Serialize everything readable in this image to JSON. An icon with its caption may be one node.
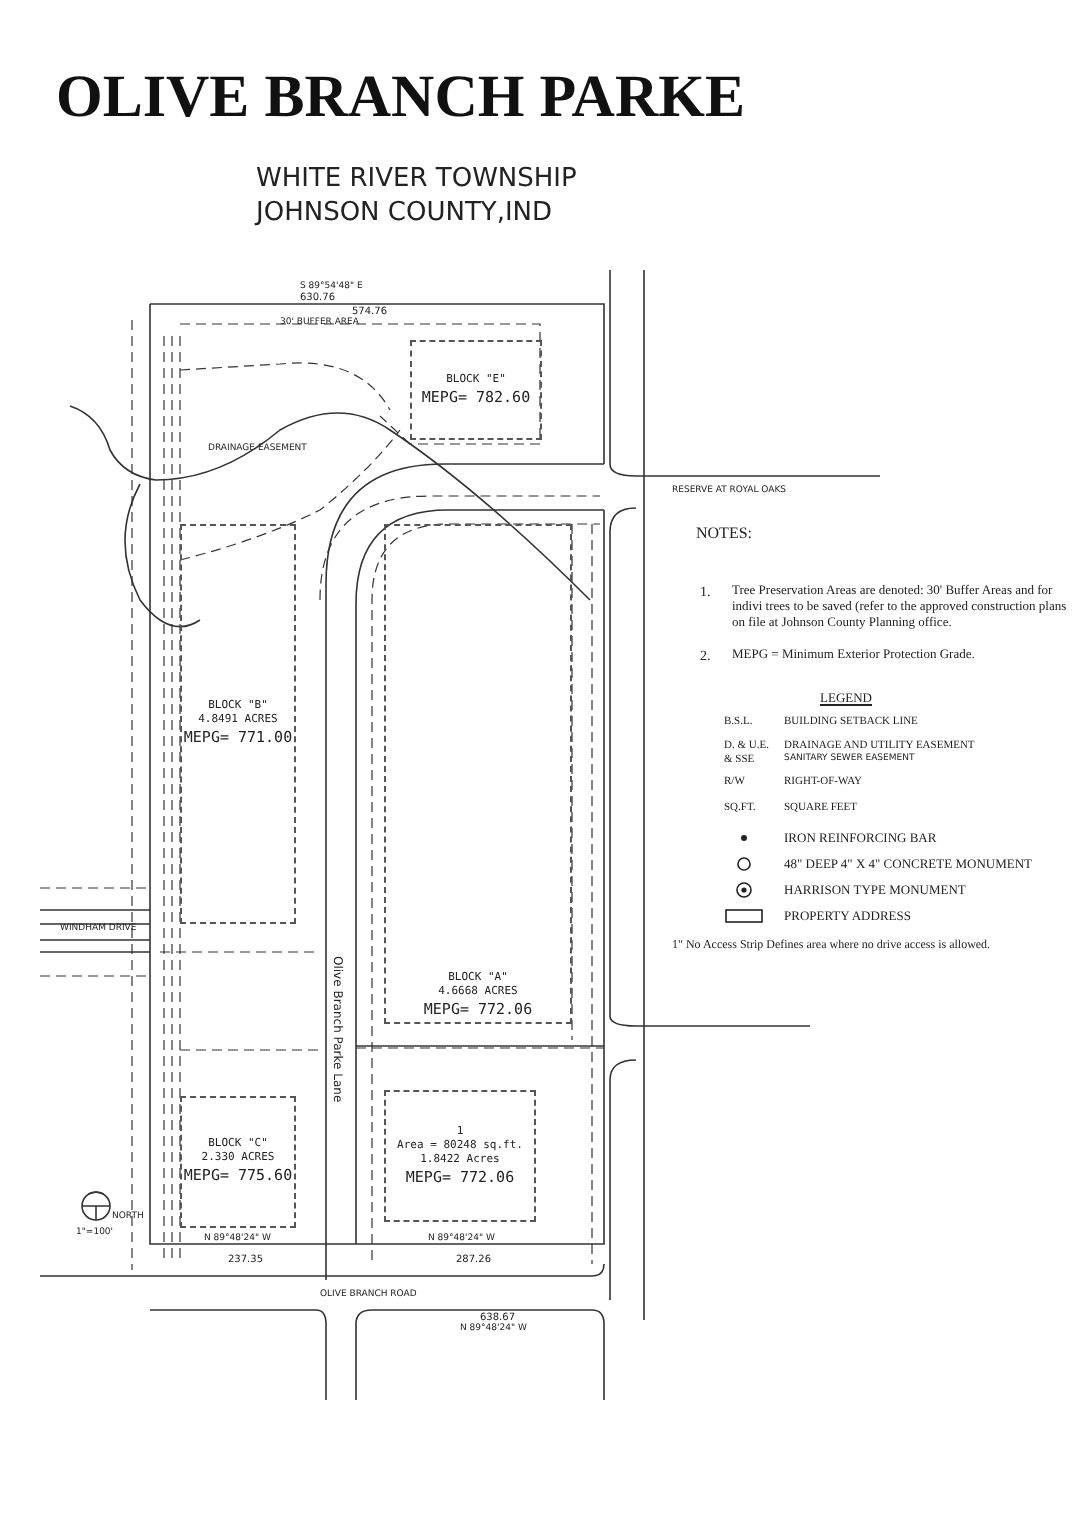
{
  "diagram": {
    "title": "OLIVE BRANCH PARKE",
    "nodes": [
      {
        "text": [
          "BLOCK \"E\"",
          "MEPG= 782.60"
        ]
      },
      {
        "text": [
          "BLOCK \"B\"",
          "4.8491 ACRES",
          "MEPG= 771.00"
        ]
      },
      {
        "text": [
          "BLOCK \"A\"",
          "4.6668 ACRES",
          "MEPG= 772.06"
        ]
      },
      {
        "text": [
          "BLOCK \"C\"",
          "2.330 ACRES",
          "MEPG= 775.60"
        ]
      },
      {
        "text": [
          "1",
          "Area = 80248 sq.ft.",
          "1.8422 Acres",
          "MEPG= 772.06"
        ]
      }
    ],
    "labels": [
      "WHITE RIVER TOWNSHIP",
      "JOHNSON COUNTY,IND",
      "S 89°54'48\" E",
      "630.76",
      "574.76",
      "30' BUFFER AREA",
      "DRAINAGE EASEMENT",
      "RESERVE AT ROYAL OAKS",
      "WINDHAM DRIVE",
      "Olive Branch Parke Lane",
      "N 89°48'24\" W",
      "237.35",
      "N 89°48'24\" W",
      "287.26",
      "OLIVE BRANCH ROAD",
      "638.67",
      "N 89°48'24\" W",
      "NORTH",
      "1\"=100'",
      "NOTES:",
      "1.",
      "Tree Preservation Areas are denoted: 30' Buffer Areas and for indivi trees to be saved (refer to the approved construction plans on file at Johnson County Planning office.",
      "2.",
      "MEPG = Minimum Exterior Protection Grade.",
      "LEGEND",
      "B.S.L.",
      "BUILDING SETBACK LINE",
      "D. & U.E. & SSE",
      "DRAINAGE AND UTILITY EASEMENT",
      "SANITARY SEWER EASEMENT",
      "R/W",
      "RIGHT-OF-WAY",
      "SQ.FT.",
      "SQUARE FEET",
      "1\" No Access Strip Defines area where no drive access is allowed."
    ],
    "legend": [
      {
        "text": "IRON REINFORCING BAR"
      },
      {
        "text": "48\" DEEP 4\" X 4\" CONCRETE MONUMENT"
      },
      {
        "text": "HARRISON TYPE MONUMENT"
      },
      {
        "text": "PROPERTY ADDRESS"
      }
    ]
  }
}
